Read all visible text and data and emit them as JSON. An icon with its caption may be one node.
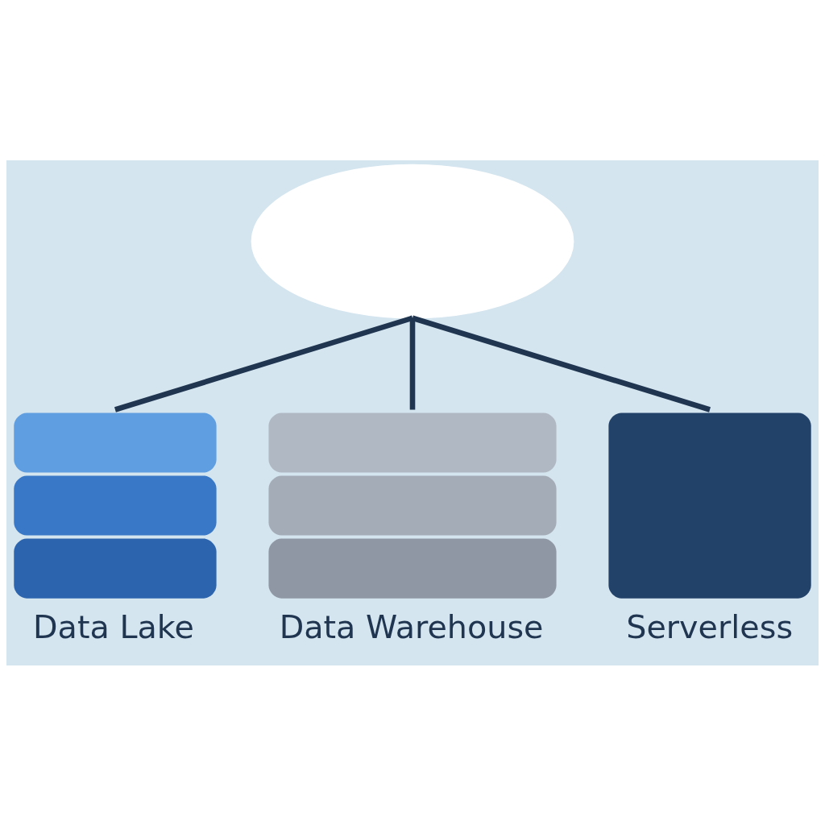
{
  "diagram": {
    "nodes": [
      {
        "text": [],
        "shape": "cloud"
      },
      {
        "text": [
          "Data Lake"
        ]
      },
      {
        "text": [
          "Data Warehouse"
        ]
      },
      {
        "text": [
          "Serverless"
        ]
      }
    ],
    "edges": [
      {
        "from": 0,
        "to": 1,
        "arrow": "none"
      },
      {
        "from": 0,
        "to": 2,
        "arrow": "none"
      },
      {
        "from": 0,
        "to": 3,
        "arrow": "none"
      }
    ]
  }
}
